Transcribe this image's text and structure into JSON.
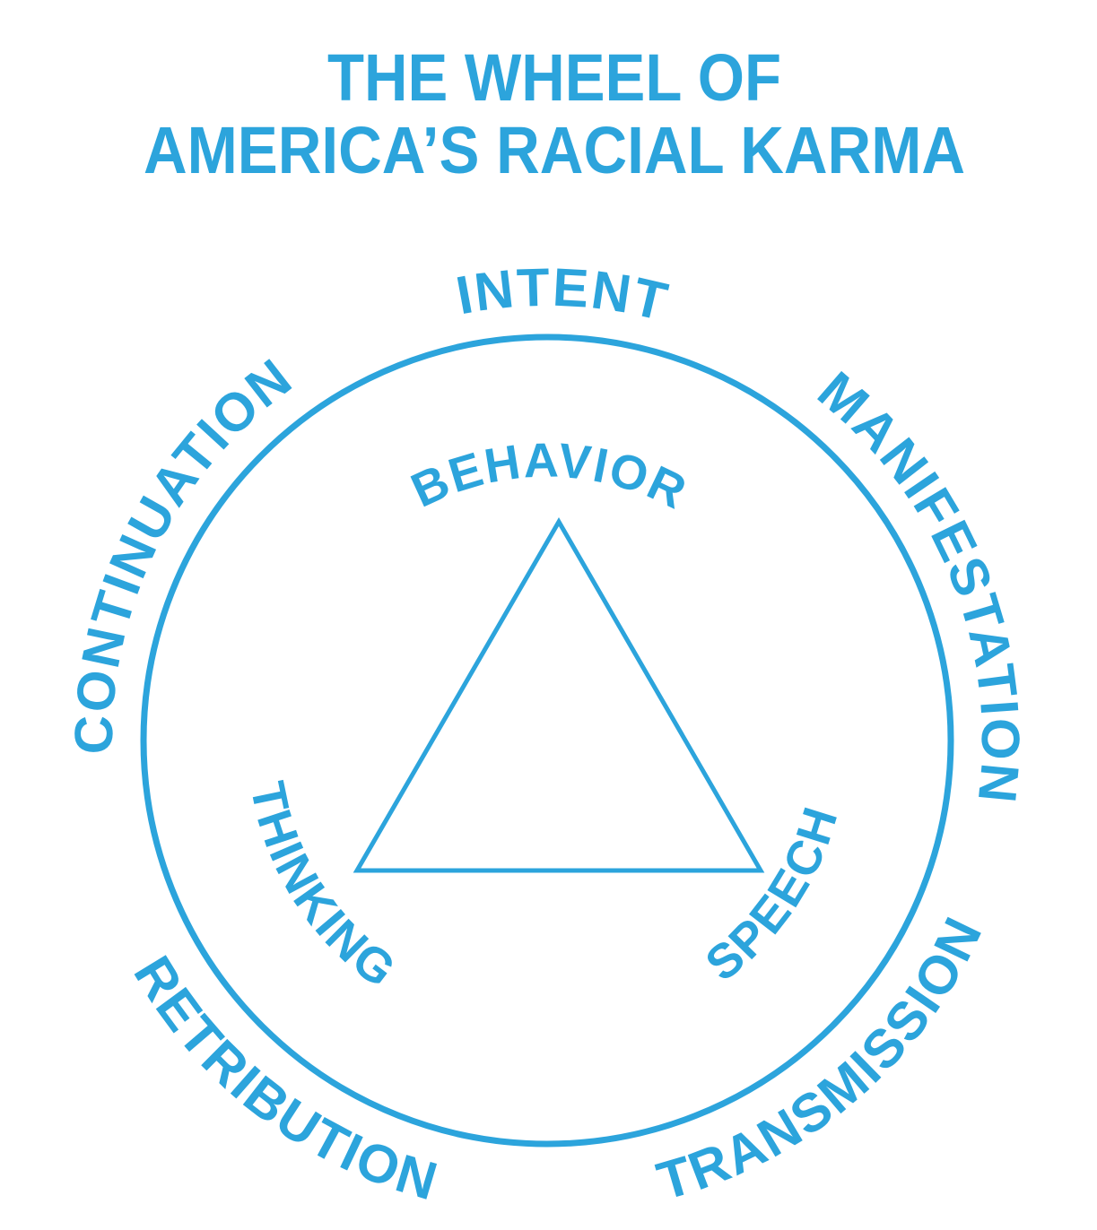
{
  "title": {
    "line1": "THE WHEEL OF",
    "line2": "AMERICA’S RACIAL KARMA"
  },
  "wheel": {
    "outer_labels": {
      "top": "INTENT",
      "upper_right": "MANIFESTATION",
      "lower_right": "TRANSMISSION",
      "lower_left": "RETRIBUTION",
      "upper_left": "CONTINUATION"
    },
    "inner_labels": {
      "top": "BEHAVIOR",
      "lower_right": "SPEECH",
      "lower_left": "THINKING"
    }
  },
  "colors": {
    "accent": "#2CA4DC",
    "background": "#FFFFFF"
  }
}
